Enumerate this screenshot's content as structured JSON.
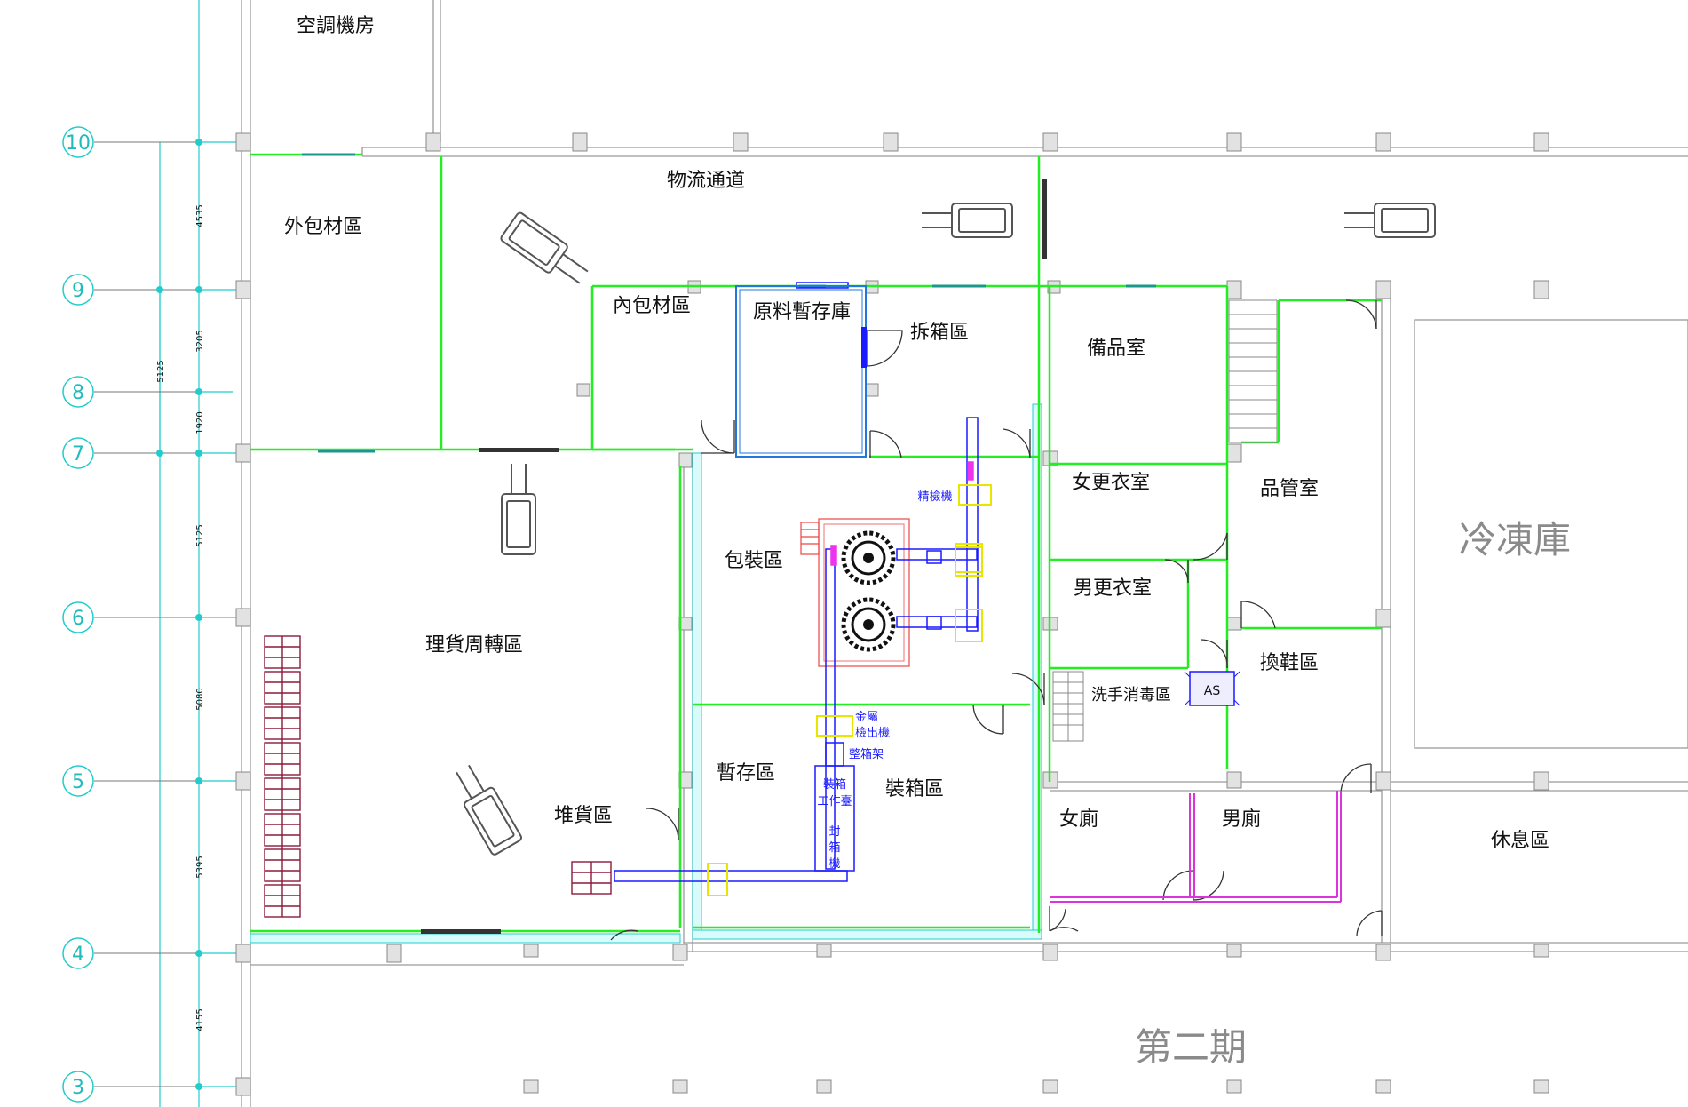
{
  "grid_axes": [
    {
      "label": "10"
    },
    {
      "label": "9"
    },
    {
      "label": "8"
    },
    {
      "label": "7"
    },
    {
      "label": "6"
    },
    {
      "label": "5"
    },
    {
      "label": "4"
    },
    {
      "label": "3"
    }
  ],
  "dimensions": [
    "4535",
    "3205",
    "1920",
    "5125",
    "5125",
    "5080",
    "5395",
    "4155"
  ],
  "rooms": {
    "aircon_room": "空調機房",
    "outer_packaging": "外包材區",
    "logistics_corridor": "物流通道",
    "inner_packaging": "內包材區",
    "raw_material_storage": "原料暫存庫",
    "unboxing": "拆箱區",
    "spare_parts": "備品室",
    "female_locker": "女更衣室",
    "qc_room": "品管室",
    "freezer": "冷凍庫",
    "sorting_turnover": "理貨周轉區",
    "packaging": "包裝區",
    "male_locker": "男更衣室",
    "hand_wash": "洗手消毒區",
    "shoe_change": "換鞋區",
    "temp_storage": "暫存區",
    "boxing": "裝箱區",
    "stacking": "堆貨區",
    "female_toilet": "女廁",
    "male_toilet": "男廁",
    "rest_area": "休息區",
    "phase_two": "第二期"
  },
  "equipment": {
    "fine_inspection": "精檢機",
    "metal_detector_1": "金屬",
    "metal_detector_2": "檢出機",
    "box_rack": "整箱架",
    "boxing_bench_1": "裝箱",
    "boxing_bench_2": "工作臺",
    "sealer_1": "封",
    "sealer_2": "箱",
    "sealer_3": "機",
    "air_shower": "AS"
  },
  "colors": {
    "wall_green": "#22ee22",
    "wall_grey": "#9a9a9a",
    "grid_cyan": "#22cccc",
    "conveyor_blue": "#1a1aff",
    "machine_yellow": "#e6e600",
    "toilet_magenta": "#dd33dd",
    "pallet_maroon": "#8b1a3a",
    "table_red": "#ee4444"
  }
}
